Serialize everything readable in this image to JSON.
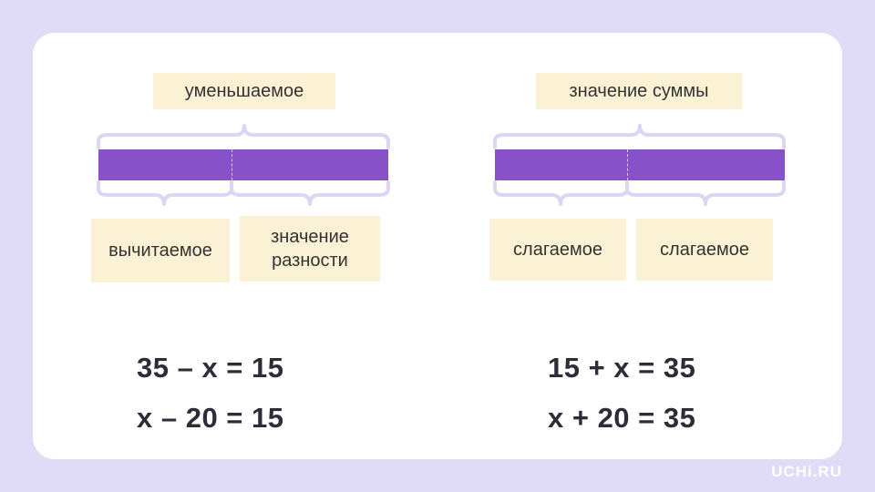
{
  "left": {
    "top_label": "уменьшаемое",
    "bottom_labels": [
      "вычитаемое",
      "значение\nразности"
    ],
    "equations": [
      "35 – x = 15",
      "x – 20 = 15"
    ]
  },
  "right": {
    "top_label": "значение суммы",
    "bottom_labels": [
      "слагаемое",
      "слагаемое"
    ],
    "equations": [
      "15 + x = 35",
      "x + 20 = 35"
    ]
  },
  "brand": "UCHi.RU",
  "colors": {
    "background": "#e0dcf8",
    "card": "#ffffff",
    "bar": "#8752c9",
    "label_bg": "#fbf1d4",
    "brace": "#ddd5f3",
    "equation_text": "#2d2d3a"
  }
}
